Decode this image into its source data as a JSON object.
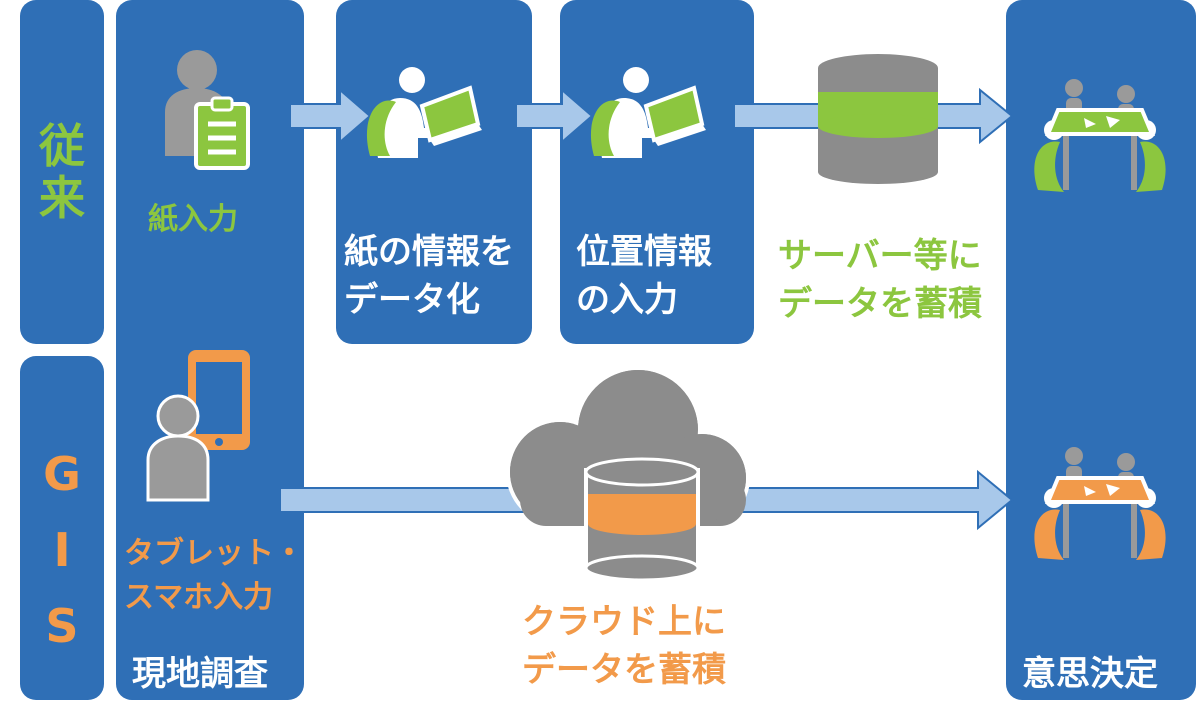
{
  "rows": {
    "traditional_label": "従来",
    "gis_label": "GIS"
  },
  "columns": {
    "field_survey": "現地調査",
    "decision": "意思決定"
  },
  "traditional": {
    "paper_input": "紙入力",
    "digitize_line1": "紙の情報を",
    "digitize_line2": "データ化",
    "location_line1": "位置情報",
    "location_line2": "の入力",
    "server_line1": "サーバー等に",
    "server_line2": "データを蓄積"
  },
  "gis": {
    "tablet_line1": "タブレット・",
    "tablet_line2": "スマホ入力",
    "cloud_line1": "クラウド上に",
    "cloud_line2": "データを蓄積"
  },
  "colors": {
    "panel_blue": "#2f6fb6",
    "arrow_blue": "#a8c8ea",
    "green": "#8cc63f",
    "orange": "#f29a4a",
    "gray": "#8c8c8c"
  },
  "icons": {
    "paper_input": "person-clipboard-icon",
    "digitize": "person-laptop-icon",
    "location": "person-laptop-icon",
    "server": "database-icon",
    "decision_traditional": "meeting-table-icon",
    "tablet": "person-tablet-icon",
    "cloud": "cloud-database-icon",
    "decision_gis": "meeting-table-icon"
  }
}
